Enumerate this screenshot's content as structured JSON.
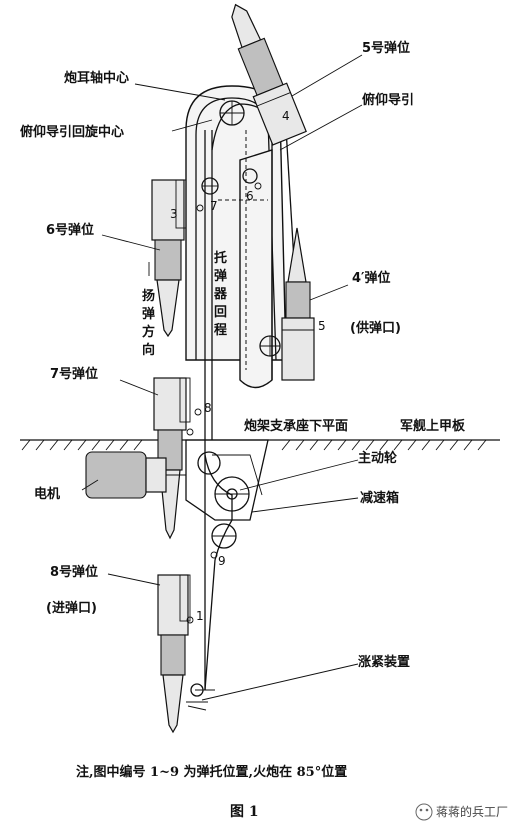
{
  "labels": {
    "trunnion_center": "炮耳轴中心",
    "elevation_guide_center": "俯仰导引回旋中心",
    "pos5": "5号弹位",
    "elevation_guide": "俯仰导引",
    "pos6": "6号弹位",
    "pos4p": "4′弹位",
    "supply_port": "(供弹口)",
    "pos7": "7号弹位",
    "mount_plane": "炮架支承座下平面",
    "deck": "军舰上甲板",
    "drive_wheel": "主动轮",
    "gearbox": "减速箱",
    "motor": "电机",
    "pos8": "8号弹位",
    "feed_port": "(进弹口)",
    "tensioner": "涨紧装置"
  },
  "vertical_labels": {
    "lift_direction": [
      "扬",
      "弹",
      "方",
      "向"
    ],
    "tray_loop": [
      "托",
      "弹",
      "器",
      "回",
      "程"
    ]
  },
  "position_numbers": [
    "1",
    "3",
    "4",
    "5",
    "6",
    "7",
    "8",
    "9"
  ],
  "note": "注,图中编号 1~9 为弹托位置,火炮在 85°位置",
  "caption": "图 1",
  "watermark": "蒋蒋的兵工厂"
}
